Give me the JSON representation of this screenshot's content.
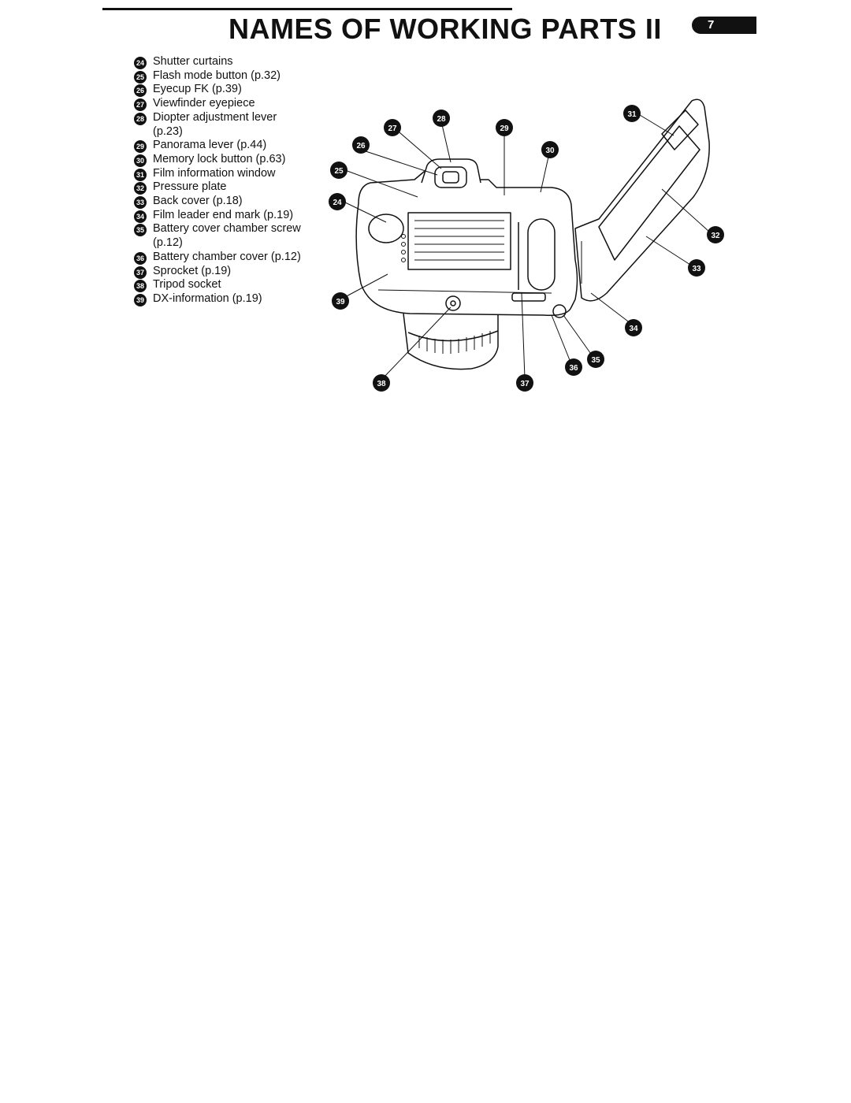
{
  "page": {
    "title": "NAMES OF WORKING PARTS II",
    "page_number": "7"
  },
  "parts": [
    {
      "num": "24",
      "label": "Shutter curtains"
    },
    {
      "num": "25",
      "label": "Flash mode button (p.32)"
    },
    {
      "num": "26",
      "label": "Eyecup FK (p.39)"
    },
    {
      "num": "27",
      "label": "Viewfinder eyepiece"
    },
    {
      "num": "28",
      "label": "Diopter adjustment lever",
      "label_cont": "(p.23)"
    },
    {
      "num": "29",
      "label": "Panorama lever (p.44)"
    },
    {
      "num": "30",
      "label": "Memory lock button (p.63)"
    },
    {
      "num": "31",
      "label": "Film information window"
    },
    {
      "num": "32",
      "label": "Pressure plate"
    },
    {
      "num": "33",
      "label": "Back cover (p.18)"
    },
    {
      "num": "34",
      "label": "Film leader end mark (p.19)"
    },
    {
      "num": "35",
      "label": "Battery cover chamber screw",
      "label_cont": "(p.12)"
    },
    {
      "num": "36",
      "label": "Battery chamber cover (p.12)"
    },
    {
      "num": "37",
      "label": "Sprocket (p.19)"
    },
    {
      "num": "38",
      "label": "Tripod socket"
    },
    {
      "num": "39",
      "label": "DX-information (p.19)"
    }
  ],
  "diagram": {
    "callouts": [
      "24",
      "25",
      "26",
      "27",
      "28",
      "29",
      "30",
      "31",
      "32",
      "33",
      "34",
      "35",
      "36",
      "37",
      "38",
      "39"
    ]
  }
}
